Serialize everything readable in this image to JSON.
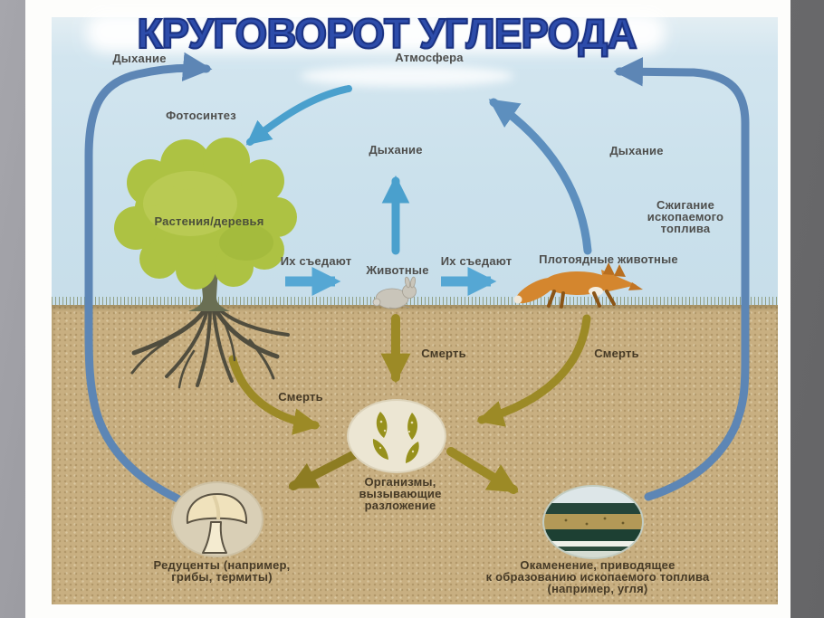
{
  "title": "КРУГОВОРОТ УГЛЕРОДА",
  "atmosphere": {
    "label": "Атмосфера"
  },
  "flows": {
    "respiration_left": "Дыхание",
    "respiration_center": "Дыхание",
    "respiration_right": "Дыхание",
    "photosynthesis": "Фотосинтез",
    "eaten_1": "Их съедают",
    "eaten_2": "Их съедают",
    "death_plant": "Смерть",
    "death_herbivore": "Смерть",
    "death_carnivore": "Смерть",
    "burning": {
      "line1": "Сжигание",
      "line2": "ископаемого",
      "line3": "топлива"
    }
  },
  "nodes": {
    "plants": "Растения/деревья",
    "herbivores": "Животные",
    "carnivores": "Плотоядные животные",
    "decomposer_organisms": {
      "line1": "Организмы,",
      "line2": "вызывающие",
      "line3": "разложение"
    },
    "reducers": {
      "line1": "Редуценты (например,",
      "line2": "грибы, термиты)"
    },
    "fossilization": {
      "line1": "Окаменение, приводящее",
      "line2": "к образованию ископаемого топлива",
      "line3": "(например, угля)"
    }
  },
  "icons": {
    "tree": "tree-icon",
    "rabbit": "rabbit-icon",
    "fox": "fox-icon",
    "decomposing_leaves": "decomposing-leaves-icon",
    "mushroom": "mushroom-icon",
    "fossil_layers": "fossil-layers-icon"
  },
  "colors": {
    "title_blue": "#2d4caa",
    "arc_blue": "#5d86b5",
    "arrow_teal": "#4aa0cd",
    "arrow_olive": "#9c8a26",
    "sky": "#cbe1ec",
    "soil": "#c8af81",
    "canopy_green": "#adc243"
  }
}
